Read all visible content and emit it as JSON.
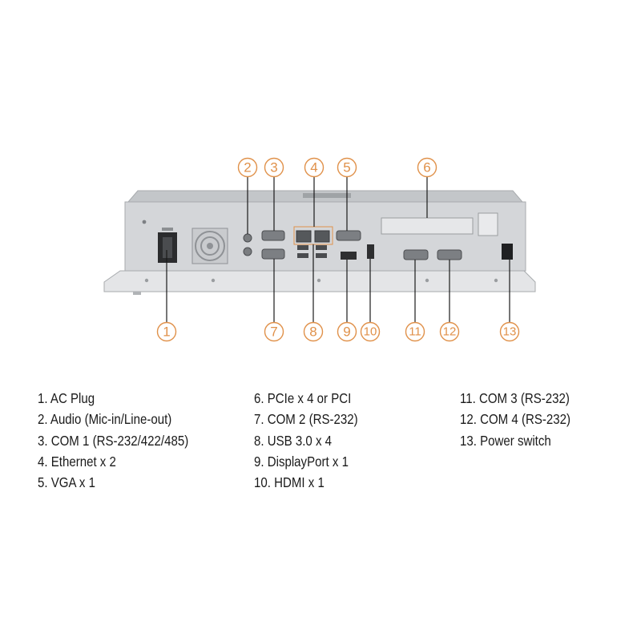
{
  "callouts": [
    "1",
    "2",
    "3",
    "4",
    "5",
    "6",
    "7",
    "8",
    "9",
    "10",
    "11",
    "12",
    "13"
  ],
  "legend": {
    "column_1": [
      "1. AC Plug",
      "2. Audio (Mic-in/Line-out)",
      "3. COM 1 (RS-232/422/485)",
      "4. Ethernet x 2",
      "5. VGA x 1"
    ],
    "column_2": [
      "6. PCIe x 4 or PCI",
      "7. COM 2 (RS-232)",
      "8. USB 3.0 x 4",
      "9. DisplayPort x 1",
      "10. HDMI x 1"
    ],
    "column_3": [
      "11. COM 3 (RS-232)",
      "12. COM 4 (RS-232)",
      "13. Power switch"
    ]
  },
  "colors": {
    "callout": "#e0914a",
    "chassis": "#d4d6d9",
    "chassis_dark": "#b7babd",
    "port": "#6f7276",
    "port_dark": "#3a3c3f",
    "leader": "#1a1a1a"
  }
}
